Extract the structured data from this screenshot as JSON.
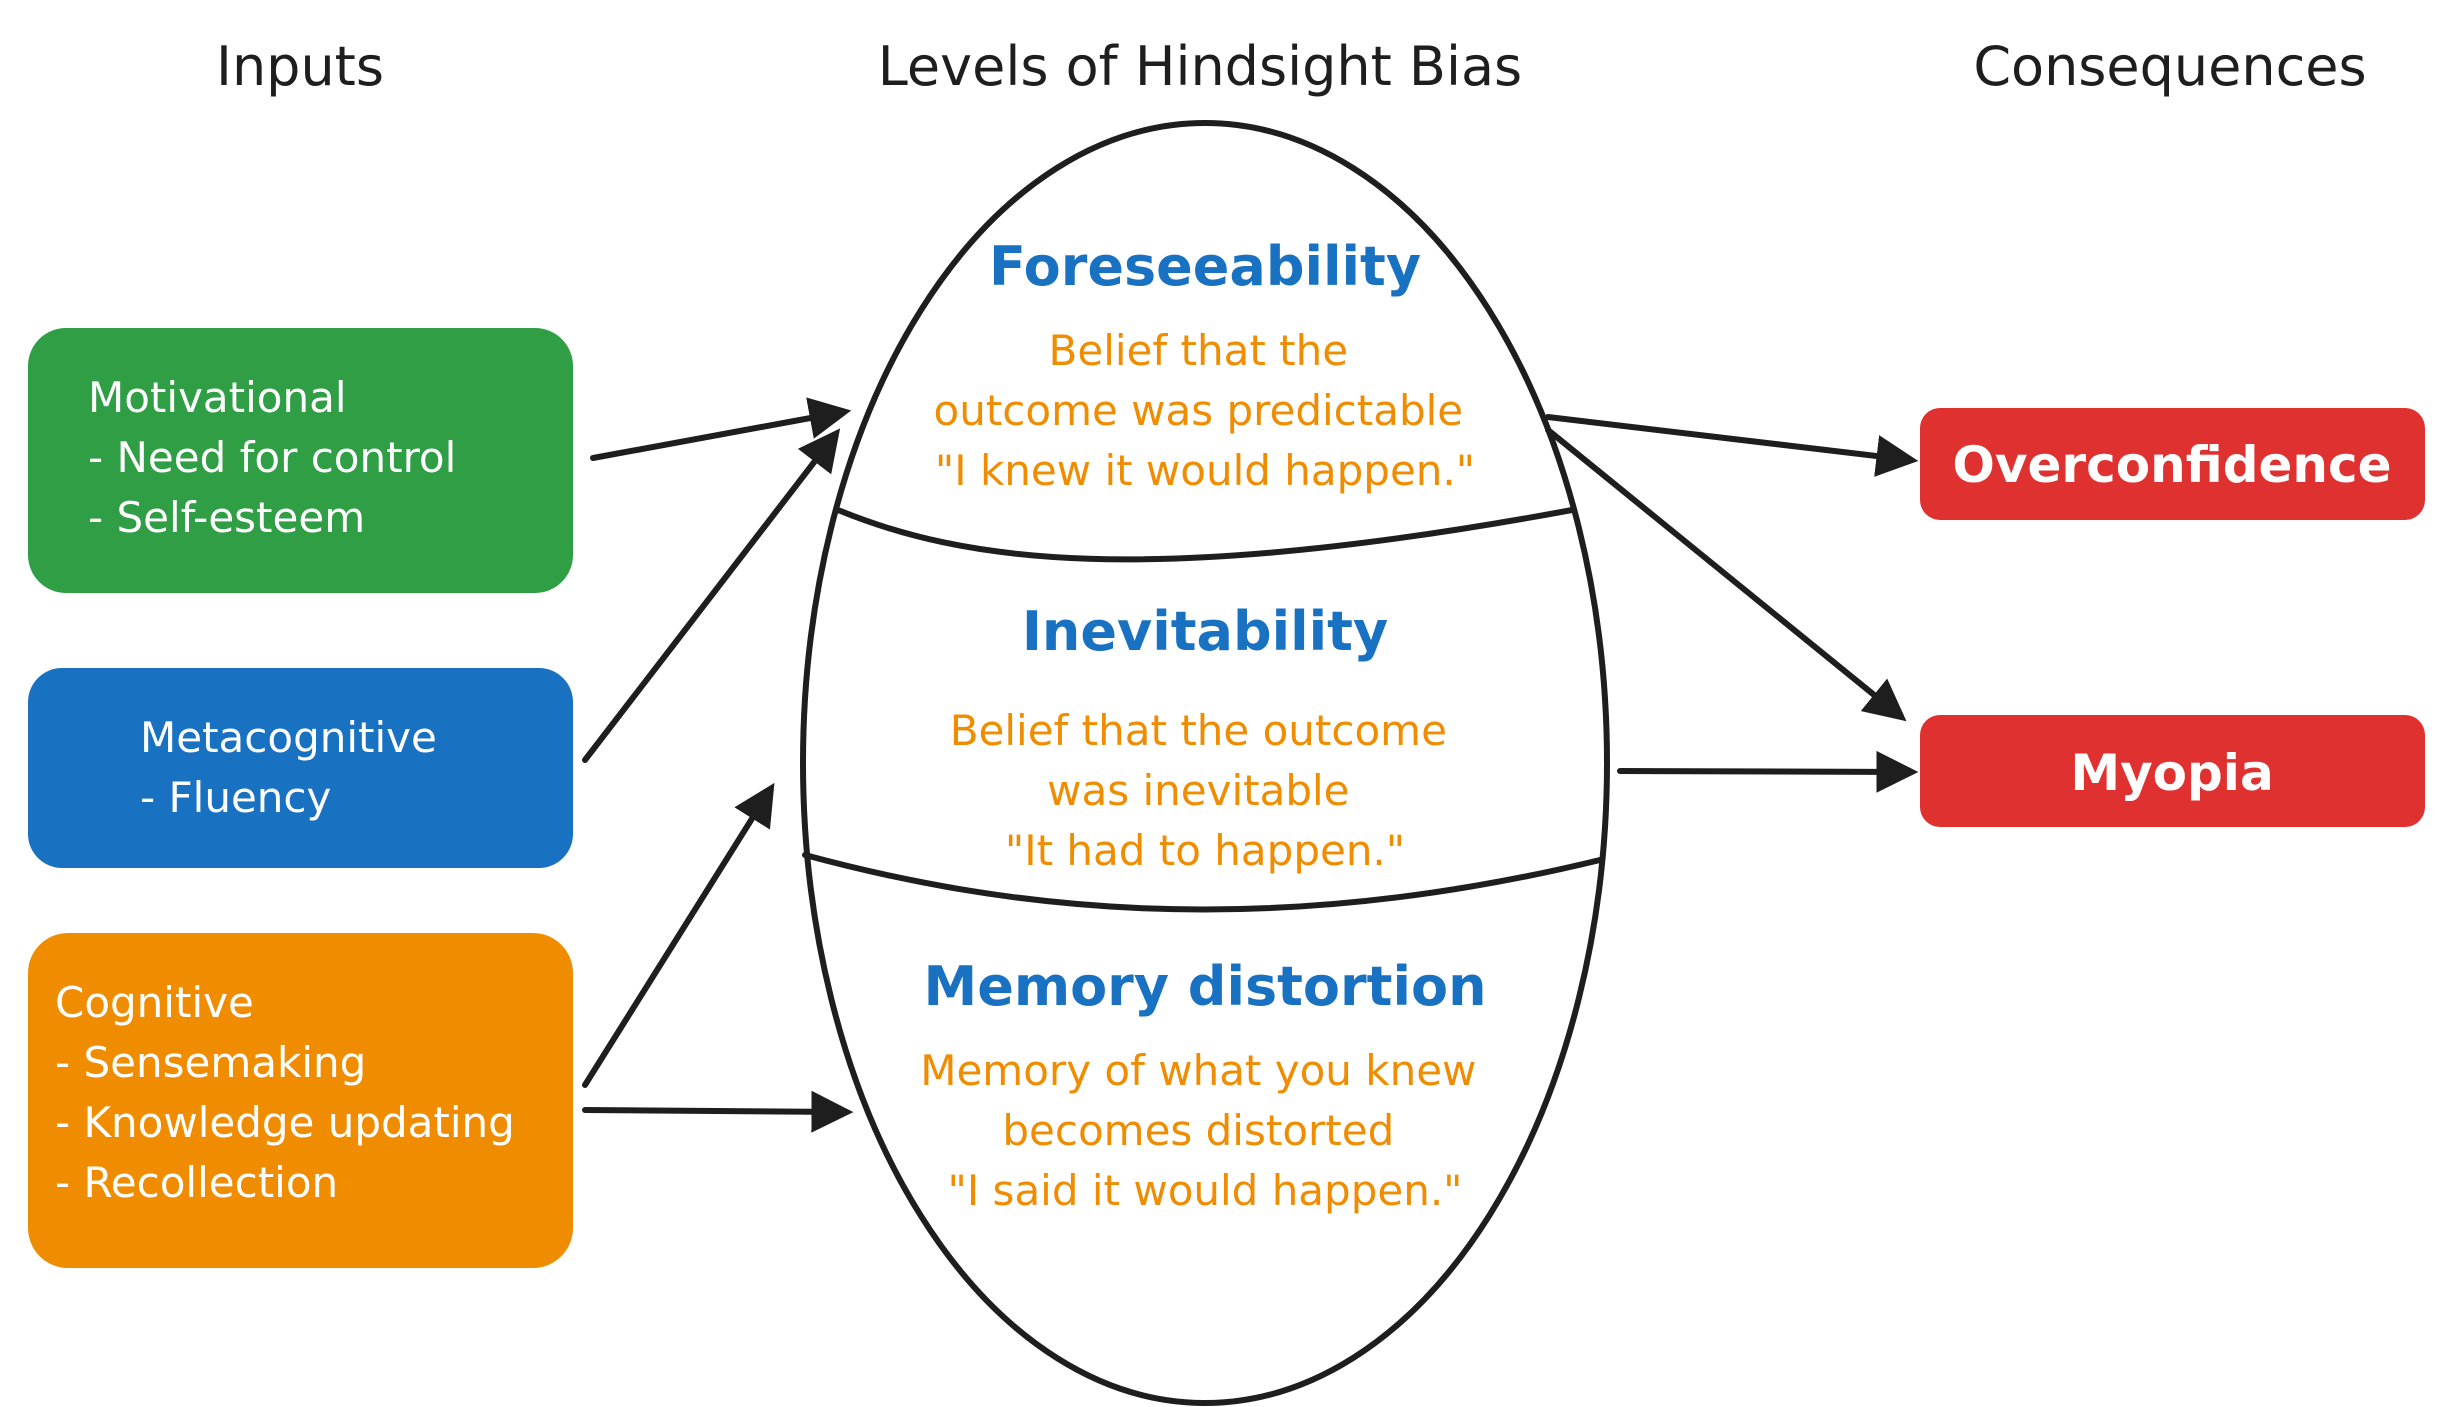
{
  "colors": {
    "motivational": "#2f9e44",
    "metacognitive": "#1971c2",
    "cognitive": "#f08c00",
    "consequence": "#e03131",
    "level_title": "#1971c2",
    "level_desc": "#f08c00",
    "ink": "#1e1e1e"
  },
  "columns": {
    "inputs": "Inputs",
    "levels": "Levels of Hindsight Bias",
    "consequences": "Consequences"
  },
  "inputs": {
    "motivational": [
      "Motivational",
      "- Need for control",
      "- Self-esteem"
    ],
    "metacognitive": [
      "Metacognitive",
      "- Fluency"
    ],
    "cognitive": [
      "Cognitive",
      "- Sensemaking",
      "- Knowledge updating",
      "- Recollection"
    ]
  },
  "levels": [
    {
      "title": "Foreseeability",
      "lines": [
        "Belief that the",
        "outcome was predictable",
        "\"I knew it would happen.\""
      ]
    },
    {
      "title": "Inevitability",
      "lines": [
        "Belief that the outcome",
        "was inevitable",
        "\"It had to happen.\""
      ]
    },
    {
      "title": "Memory distortion",
      "lines": [
        "Memory of what you knew",
        "becomes distorted",
        "\"I said it would happen.\""
      ]
    }
  ],
  "consequences": {
    "overconfidence": "Overconfidence",
    "myopia": "Myopia"
  }
}
